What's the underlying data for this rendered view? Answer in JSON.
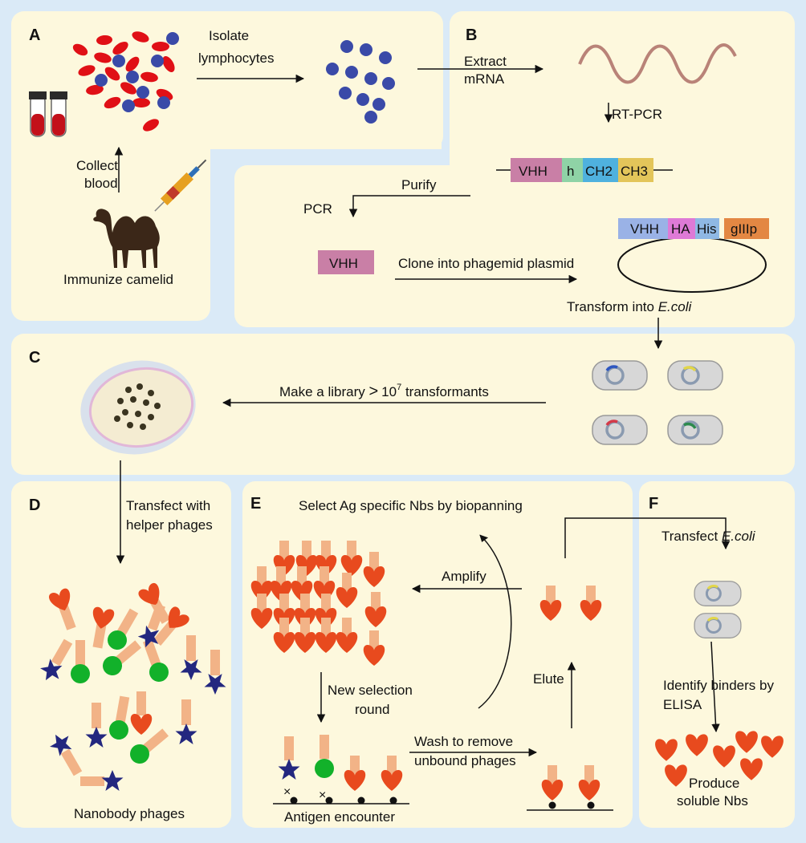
{
  "colors": {
    "background": "#daeaf7",
    "panel": "#fdf8dd",
    "rbc": "#e01016",
    "lymphocyte": "#3a4aa8",
    "mrna": "#b98378",
    "vhh": "#c97fa6",
    "hinge": "#8fd3a6",
    "ch2": "#4fb1de",
    "ch3": "#e3c55a",
    "vhh_plasmid": "#9ab2e6",
    "ha": "#de7ad6",
    "his": "#8fb8e4",
    "giiip": "#e38743",
    "heart": "#e84a1e",
    "stem": "#f2b387",
    "star": "#23277f",
    "green_ball": "#12b12a",
    "bacterium": "#d7d7d7"
  },
  "icons": [
    "red-blood-cell-icon",
    "lymphocyte-icon",
    "blood-tube-icon",
    "syringe-icon",
    "camel-icon",
    "mrna-wave-icon",
    "plasmid-icon",
    "petri-dish-icon",
    "bacterium-icon",
    "phage-icon",
    "star-icon",
    "heart-icon"
  ],
  "panels": {
    "A": {
      "label": "A",
      "isolate_line1": "Isolate",
      "isolate_line2": "lymphocytes",
      "collect_line1": "Collect",
      "collect_line2": "blood",
      "immunize": "Immunize camelid"
    },
    "B": {
      "label": "B",
      "extract_line1": "Extract",
      "extract_line2": "mRNA",
      "rtpcr": "RT-PCR",
      "construct": [
        "VHH",
        "h",
        "CH2",
        "CH3"
      ],
      "purify": "Purify",
      "pcr": "PCR",
      "vhh_box": "VHH",
      "clone": "Clone into phagemid plasmid",
      "plasmid": [
        "VHH",
        "HA",
        "His",
        "gIIIp"
      ],
      "transform_prefix": "Transform into ",
      "transform_italic": "E.coli"
    },
    "C": {
      "label": "C",
      "library_text": "Make a library ",
      "library_gt": ">",
      "library_base": "10",
      "library_exp": "7",
      "library_suffix": " transformants"
    },
    "D": {
      "label": "D",
      "transfect_line1": "Transfect with",
      "transfect_line2": "helper phages",
      "caption": "Nanobody phages"
    },
    "E": {
      "label": "E",
      "title": "Select Ag specific Nbs by biopanning",
      "amplify": "Amplify",
      "new_line1": "New selection",
      "new_line2": "round",
      "wash_line1": "Wash to remove",
      "wash_line2": "unbound phages",
      "elute": "Elute",
      "antigen": "Antigen encounter"
    },
    "F": {
      "label": "F",
      "transfect_prefix": "Transfect ",
      "transfect_italic": "E.coli",
      "identify_line1": "Identify binders by",
      "identify_line2": "ELISA",
      "produce_line1": "Produce",
      "produce_line2": "soluble Nbs"
    }
  }
}
